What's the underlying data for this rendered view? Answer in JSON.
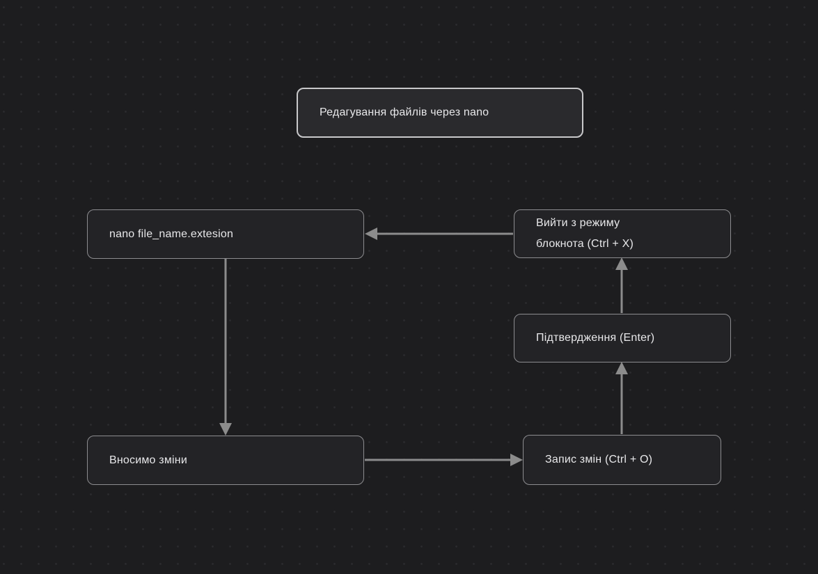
{
  "diagram": {
    "title": {
      "label": "Редагування файлів через nano"
    },
    "nodes": [
      {
        "id": "nano-command",
        "label": "nano file_name.extesion"
      },
      {
        "id": "exit-nano",
        "label": "Вийти з режиму\nблокнота (Ctrl + X)"
      },
      {
        "id": "confirm-enter",
        "label": "Підтвердження (Enter)"
      },
      {
        "id": "make-changes",
        "label": "Вносимо зміни"
      },
      {
        "id": "write-changes",
        "label": "Запис змін (Ctrl + O)"
      }
    ],
    "edges": [
      {
        "from": "nano-command",
        "to": "make-changes",
        "direction": "down"
      },
      {
        "from": "make-changes",
        "to": "write-changes",
        "direction": "right"
      },
      {
        "from": "write-changes",
        "to": "confirm-enter",
        "direction": "up"
      },
      {
        "from": "confirm-enter",
        "to": "exit-nano",
        "direction": "up"
      },
      {
        "from": "exit-nano",
        "to": "nano-command",
        "direction": "left"
      }
    ],
    "colors": {
      "canvas_background": "#1d1d1f",
      "dot_grid": "#2b2b2e",
      "node_background": "#232326",
      "node_border": "#8d8d90",
      "title_border": "#c9c9cb",
      "arrow": "#8c8c8c",
      "text": "#e8e8ea"
    }
  }
}
